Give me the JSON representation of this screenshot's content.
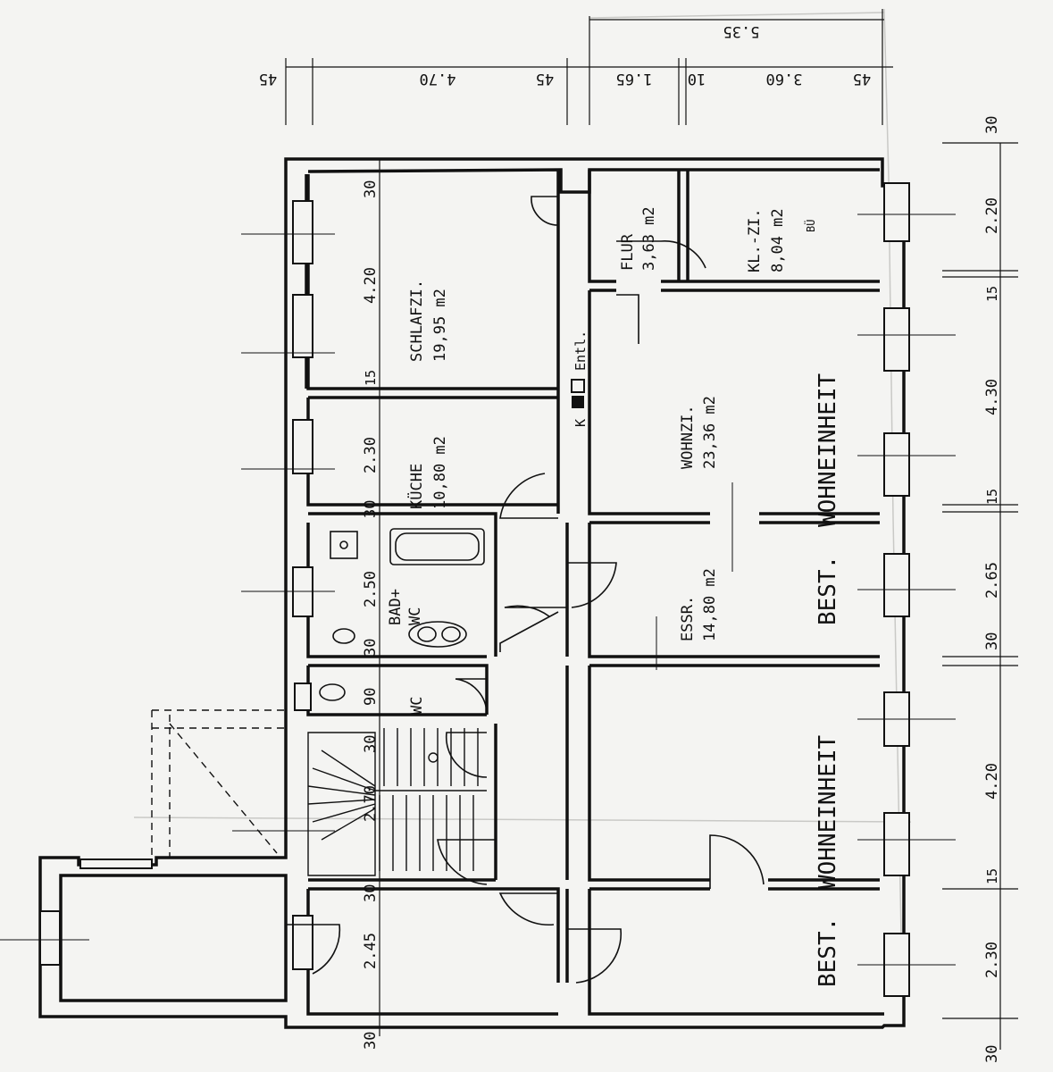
{
  "rooms": [
    {
      "id": "schlafzi",
      "name": "SCHLAFZI.",
      "area": "19,95  m2"
    },
    {
      "id": "kueche",
      "name": "KÜCHE",
      "area": "10,80  m2"
    },
    {
      "id": "bad",
      "name": "BAD+",
      "name2": "WC"
    },
    {
      "id": "wc",
      "name": "WC"
    },
    {
      "id": "flur",
      "name": "FLUR",
      "area": "3,63  m2"
    },
    {
      "id": "klzi",
      "name": "KL.-ZI.",
      "area": "8,04  m2"
    },
    {
      "id": "wohnzi",
      "name": "WOHNZI.",
      "area": "23,36  m2"
    },
    {
      "id": "essr",
      "name": "ESSR.",
      "area": "14,80  m2"
    }
  ],
  "labels": {
    "bw": "BÜ",
    "kamin": "K",
    "entl": "Entl.",
    "best1": "BEST.",
    "woh1": "WOHNEINHEIT",
    "best2": "BEST.",
    "woh2": "WOHNEINHEIT",
    "woh3": "WOHNEINHEIT"
  },
  "dims_top": {
    "total": "5.35",
    "a": "45",
    "b": "4.70",
    "c": "45",
    "d": "1.65",
    "e": "10",
    "f": "3.60",
    "g": "45"
  },
  "dims_right": [
    "30",
    "2.20",
    "15",
    "4.30",
    "15",
    "2.65",
    "30",
    "4.20",
    "15",
    "2.30",
    "30"
  ],
  "dims_left": [
    "30",
    "4.20",
    "15",
    "2.30",
    "30",
    "2.50",
    "30",
    "90",
    "30",
    "2.70",
    "30",
    "2.45",
    "30"
  ]
}
